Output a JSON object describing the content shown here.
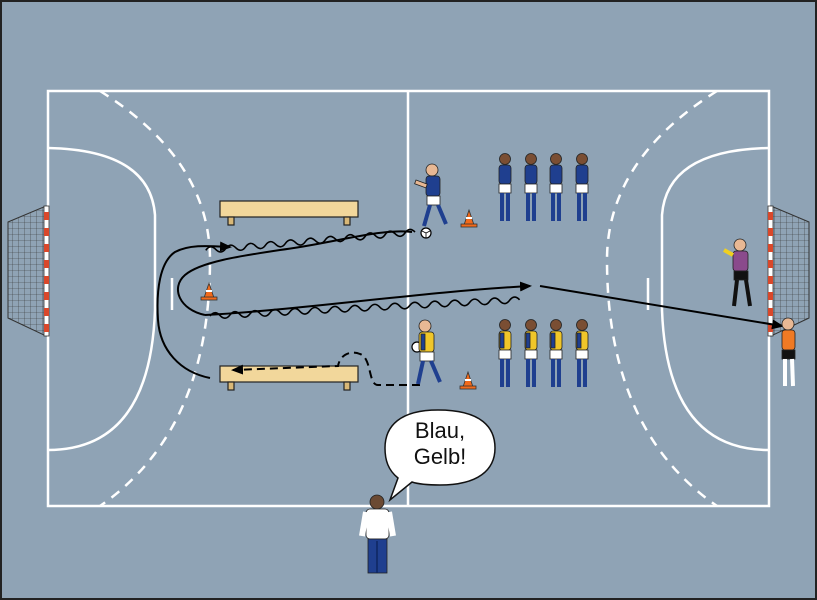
{
  "speech_bubble": {
    "line1": "Blau,",
    "line2": "Gelb!"
  },
  "colors": {
    "court": "#8fa3b5",
    "lines": "#ffffff",
    "bench": "#f2d79b",
    "team_blue": "#1f3f8f",
    "team_yellow": "#f0c62a",
    "goalkeeper_purple": "#8a4a8c",
    "goalkeeper_orange": "#f07a24",
    "cone": "#f26a1b",
    "path": "#000000"
  },
  "players": {
    "blue_waiting": 4,
    "yellow_waiting": 4
  },
  "icons": [
    "goal-icon",
    "bench-icon",
    "cone-icon",
    "ball-icon",
    "player-icon",
    "coach-icon",
    "speech-bubble-icon"
  ]
}
